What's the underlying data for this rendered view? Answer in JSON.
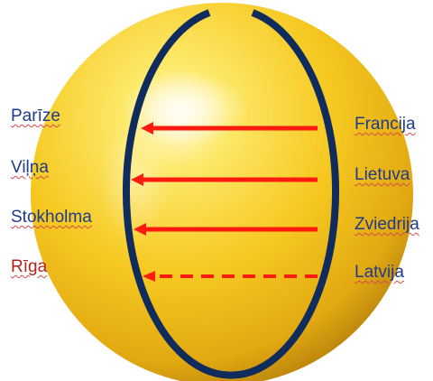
{
  "colors": {
    "text_blue": "#1f3a8a",
    "text_red": "#b3221a",
    "arrow_red": "#ff1a10",
    "ellipse_navy": "#0f2c5c",
    "sphere_light": "#fff6c0",
    "sphere_mid": "#f6c820",
    "sphere_dark": "#c9900c"
  },
  "rows": [
    {
      "city": "Parīze",
      "country": "Francija",
      "arrow": "solid",
      "color": "blue"
    },
    {
      "city": "Viļņa",
      "country": "Lietuva",
      "arrow": "solid",
      "color": "blue"
    },
    {
      "city": "Stokholma",
      "country": "Zviedrija",
      "arrow": "solid",
      "color": "blue"
    },
    {
      "city": "Rīga",
      "country": "Latvija",
      "arrow": "dashed",
      "color": "red"
    }
  ]
}
